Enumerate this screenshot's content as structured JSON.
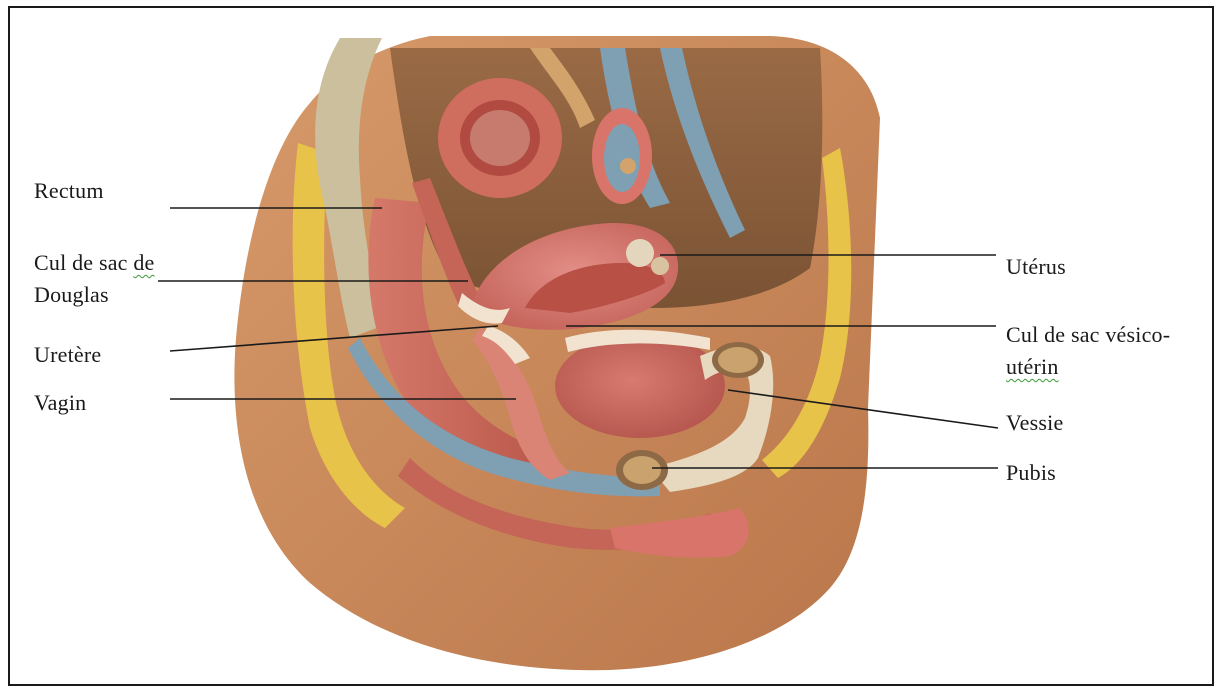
{
  "labels": {
    "rectum": "Rectum",
    "cul_de_sac_douglas_line1_pre": "Cul de sac ",
    "cul_de_sac_douglas_line1_flag": "de",
    "cul_de_sac_douglas_line2": "Douglas",
    "uretere": "Uretère",
    "vagin": "Vagin",
    "uterus": "Utérus",
    "cul_de_sac_vesico_line1": "Cul de sac vésico-",
    "cul_de_sac_vesico_line2": "utérin",
    "vessie": "Vessie",
    "pubis": "Pubis"
  },
  "colors": {
    "skin": "#c98a5c",
    "muscle": "#c96a58",
    "fat": "#e8c34a",
    "bone": "#e6d9bf",
    "vessel_blue": "#7f9fb2",
    "leader_line": "#1a1a1a",
    "spellcheck_underline": "#3a9a3a"
  }
}
